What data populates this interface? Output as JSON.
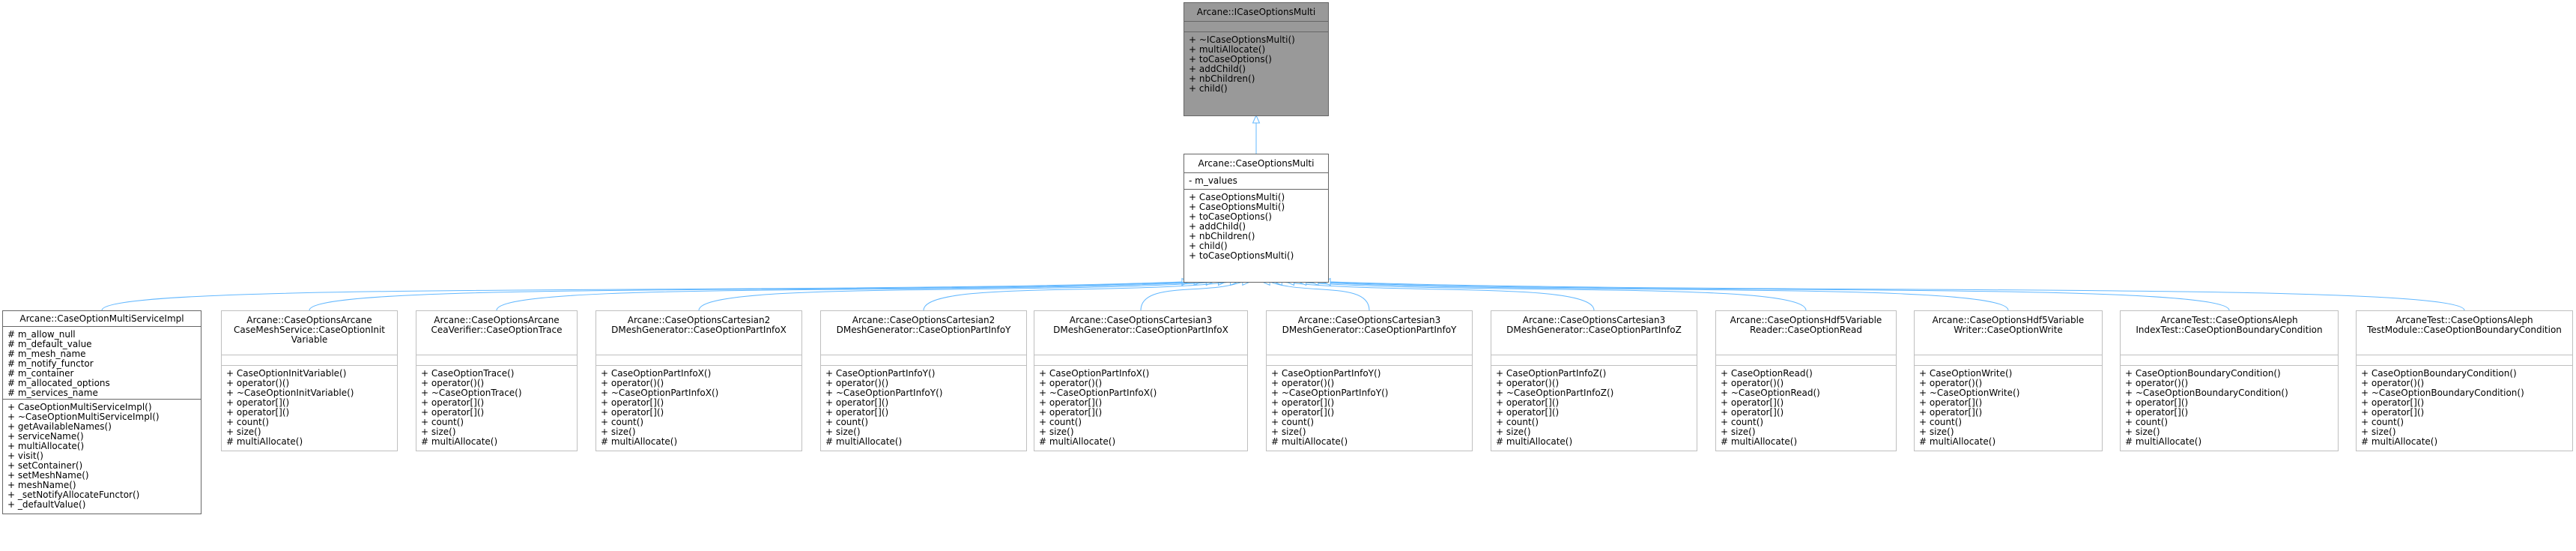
{
  "diagram": {
    "colors": {
      "edge": "#63b8ff",
      "root_fill": "#999999",
      "border": "#bfbfbf"
    },
    "root": {
      "title": [
        "Arcane::ICaseOptionsMulti"
      ],
      "attributes": [],
      "methods": [
        "+ ~ICaseOptionsMulti()",
        "+ multiAllocate()",
        "+ toCaseOptions()",
        "+ addChild()",
        "+ nbChildren()",
        "+ child()"
      ]
    },
    "base": {
      "title": [
        "Arcane::CaseOptionsMulti"
      ],
      "attributes": [
        "- m_values"
      ],
      "methods": [
        "+ CaseOptionsMulti()",
        "+ CaseOptionsMulti()",
        "+ toCaseOptions()",
        "+ addChild()",
        "+ nbChildren()",
        "+ child()",
        "+ toCaseOptionsMulti()"
      ]
    },
    "children": [
      {
        "title": [
          "Arcane::CaseOptionMultiServiceImpl"
        ],
        "attributes": [
          "# m_allow_null",
          "# m_default_value",
          "# m_mesh_name",
          "# m_notify_functor",
          "# m_container",
          "# m_allocated_options",
          "# m_services_name"
        ],
        "methods": [
          "+ CaseOptionMultiServiceImpl()",
          "+ ~CaseOptionMultiServiceImpl()",
          "+ getAvailableNames()",
          "+ serviceName()",
          "+ multiAllocate()",
          "+ visit()",
          "+ setContainer()",
          "+ setMeshName()",
          "+ meshName()",
          "+ _setNotifyAllocateFunctor()",
          "+ _defaultValue()"
        ]
      },
      {
        "title": [
          "Arcane::CaseOptionsArcane",
          "CaseMeshService::CaseOptionInit",
          "Variable"
        ],
        "attributes": [],
        "methods": [
          "+ CaseOptionInitVariable()",
          "+ operator()()",
          "+ ~CaseOptionInitVariable()",
          "+ operator[]()",
          "+ operator[]()",
          "+ count()",
          "+ size()",
          "# multiAllocate()"
        ]
      },
      {
        "title": [
          "Arcane::CaseOptionsArcane",
          "CeaVerifier::CaseOptionTrace"
        ],
        "attributes": [],
        "methods": [
          "+ CaseOptionTrace()",
          "+ operator()()",
          "+ ~CaseOptionTrace()",
          "+ operator[]()",
          "+ operator[]()",
          "+ count()",
          "+ size()",
          "# multiAllocate()"
        ]
      },
      {
        "title": [
          "Arcane::CaseOptionsCartesian2",
          "DMeshGenerator::CaseOptionPartInfoX"
        ],
        "attributes": [],
        "methods": [
          "+ CaseOptionPartInfoX()",
          "+ operator()()",
          "+ ~CaseOptionPartInfoX()",
          "+ operator[]()",
          "+ operator[]()",
          "+ count()",
          "+ size()",
          "# multiAllocate()"
        ]
      },
      {
        "title": [
          "Arcane::CaseOptionsCartesian2",
          "DMeshGenerator::CaseOptionPartInfoY"
        ],
        "attributes": [],
        "methods": [
          "+ CaseOptionPartInfoY()",
          "+ operator()()",
          "+ ~CaseOptionPartInfoY()",
          "+ operator[]()",
          "+ operator[]()",
          "+ count()",
          "+ size()",
          "# multiAllocate()"
        ]
      },
      {
        "title": [
          "Arcane::CaseOptionsCartesian3",
          "DMeshGenerator::CaseOptionPartInfoX"
        ],
        "attributes": [],
        "methods": [
          "+ CaseOptionPartInfoX()",
          "+ operator()()",
          "+ ~CaseOptionPartInfoX()",
          "+ operator[]()",
          "+ operator[]()",
          "+ count()",
          "+ size()",
          "# multiAllocate()"
        ]
      },
      {
        "title": [
          "Arcane::CaseOptionsCartesian3",
          "DMeshGenerator::CaseOptionPartInfoY"
        ],
        "attributes": [],
        "methods": [
          "+ CaseOptionPartInfoY()",
          "+ operator()()",
          "+ ~CaseOptionPartInfoY()",
          "+ operator[]()",
          "+ operator[]()",
          "+ count()",
          "+ size()",
          "# multiAllocate()"
        ]
      },
      {
        "title": [
          "Arcane::CaseOptionsCartesian3",
          "DMeshGenerator::CaseOptionPartInfoZ"
        ],
        "attributes": [],
        "methods": [
          "+ CaseOptionPartInfoZ()",
          "+ operator()()",
          "+ ~CaseOptionPartInfoZ()",
          "+ operator[]()",
          "+ operator[]()",
          "+ count()",
          "+ size()",
          "# multiAllocate()"
        ]
      },
      {
        "title": [
          "Arcane::CaseOptionsHdf5Variable",
          "Reader::CaseOptionRead"
        ],
        "attributes": [],
        "methods": [
          "+ CaseOptionRead()",
          "+ operator()()",
          "+ ~CaseOptionRead()",
          "+ operator[]()",
          "+ operator[]()",
          "+ count()",
          "+ size()",
          "# multiAllocate()"
        ]
      },
      {
        "title": [
          "Arcane::CaseOptionsHdf5Variable",
          "Writer::CaseOptionWrite"
        ],
        "attributes": [],
        "methods": [
          "+ CaseOptionWrite()",
          "+ operator()()",
          "+ ~CaseOptionWrite()",
          "+ operator[]()",
          "+ operator[]()",
          "+ count()",
          "+ size()",
          "# multiAllocate()"
        ]
      },
      {
        "title": [
          "ArcaneTest::CaseOptionsAleph",
          "IndexTest::CaseOptionBoundaryCondition"
        ],
        "attributes": [],
        "methods": [
          "+ CaseOptionBoundaryCondition()",
          "+ operator()()",
          "+ ~CaseOptionBoundaryCondition()",
          "+ operator[]()",
          "+ operator[]()",
          "+ count()",
          "+ size()",
          "# multiAllocate()"
        ]
      },
      {
        "title": [
          "ArcaneTest::CaseOptionsAleph",
          "TestModule::CaseOptionBoundaryCondition"
        ],
        "attributes": [],
        "methods": [
          "+ CaseOptionBoundaryCondition()",
          "+ operator()()",
          "+ ~CaseOptionBoundaryCondition()",
          "+ operator[]()",
          "+ operator[]()",
          "+ count()",
          "+ size()",
          "# multiAllocate()"
        ]
      }
    ]
  }
}
